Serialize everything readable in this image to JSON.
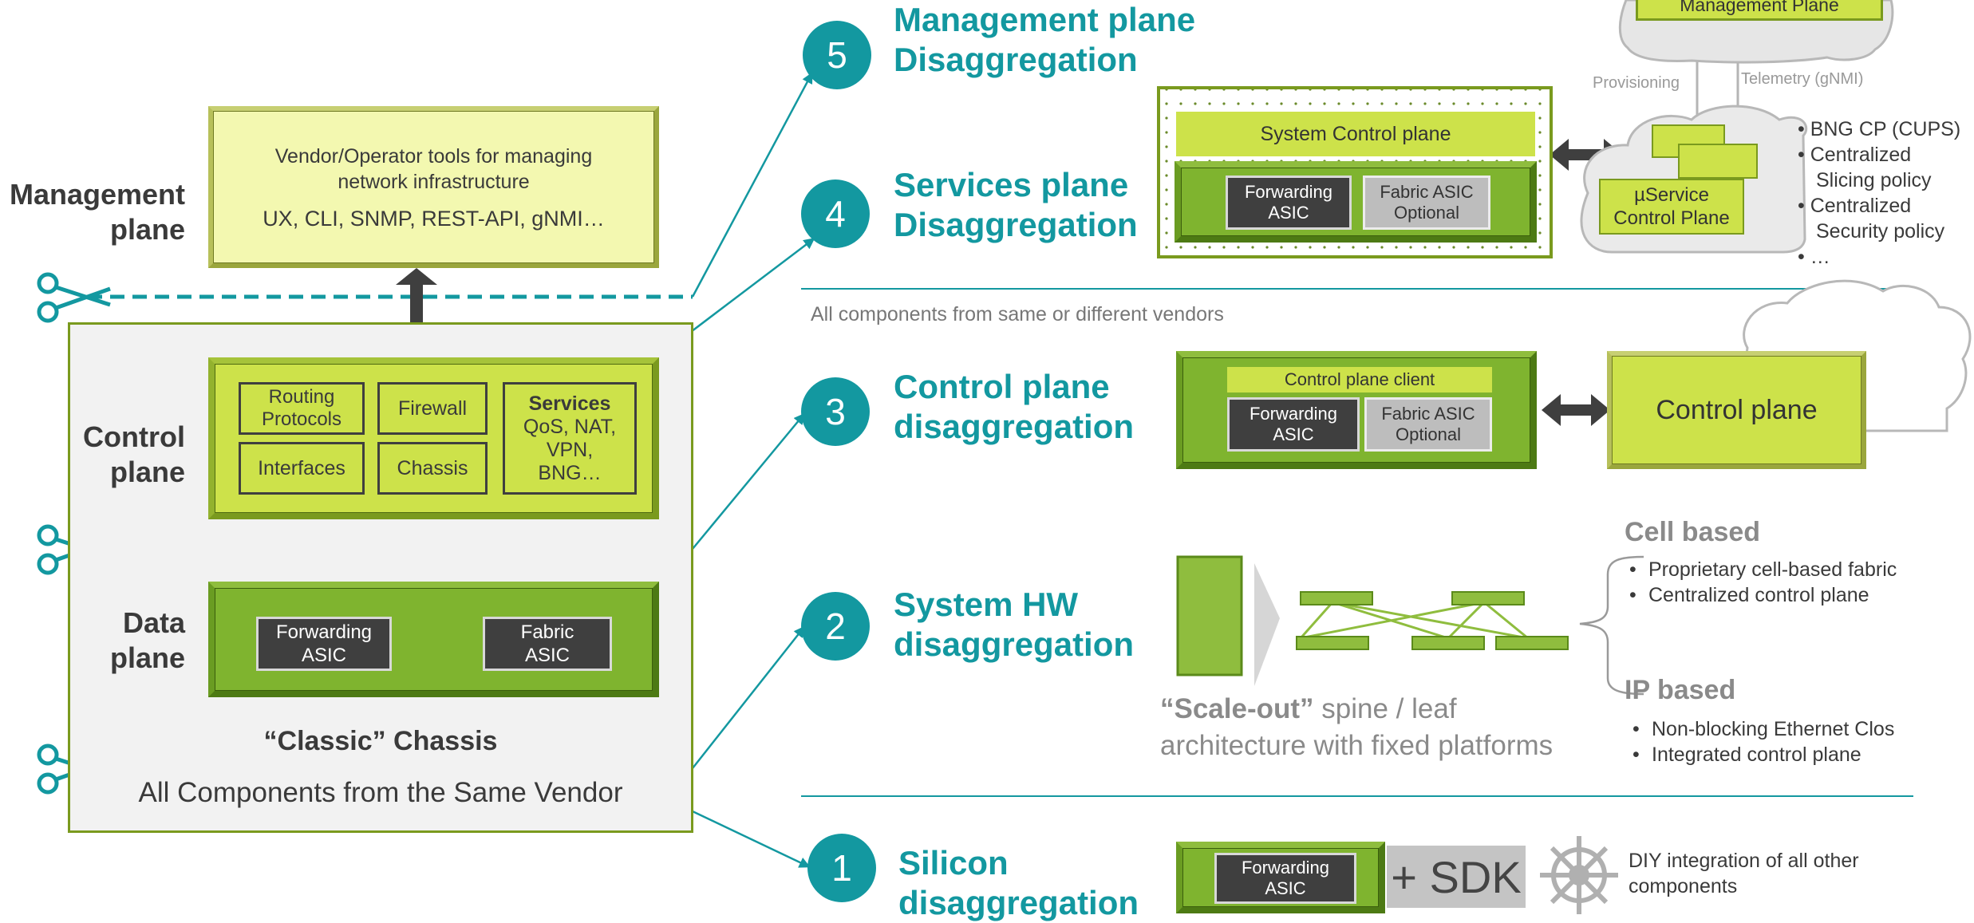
{
  "colors": {
    "teal": "#1398a0",
    "lime": "#cde24a",
    "green": "#7fb42f",
    "pale_yellow": "#f3f8b0",
    "dark": "#3f3f3f"
  },
  "left": {
    "labels": {
      "management": [
        "Management",
        "plane"
      ],
      "control": [
        "Control",
        "plane"
      ],
      "data": [
        "Data",
        "plane"
      ]
    },
    "mgmt_box": {
      "line1": "Vendor/Operator tools for managing",
      "line2": "network infrastructure",
      "line3": "UX, CLI, SNMP, REST-API, gNMI…"
    },
    "control_cells": {
      "routing": [
        "Routing",
        "Protocols"
      ],
      "firewall": "Firewall",
      "interfaces": "Interfaces",
      "chassis": "Chassis",
      "services_title": "Services",
      "services_lines": [
        "QoS, NAT,",
        "VPN,",
        "BNG…"
      ]
    },
    "data_cells": {
      "forwarding": [
        "Forwarding",
        "ASIC"
      ],
      "fabric": [
        "Fabric",
        "ASIC"
      ]
    },
    "chassis_title": "“Classic” Chassis",
    "chassis_subtitle": "All Components from the Same Vendor"
  },
  "right": {
    "mgmt_plane_cloud_label": "Management Plane",
    "provisioning": "Provisioning",
    "telemetry": "Telemetry (gNMI)",
    "separator_note": "All components from same or different vendors",
    "levels": [
      {
        "num": "5",
        "title": [
          "Management plane",
          "Disaggregation"
        ]
      },
      {
        "num": "4",
        "title": [
          "Services plane",
          "Disaggregation"
        ]
      },
      {
        "num": "3",
        "title": [
          "Control plane",
          "disaggregation"
        ]
      },
      {
        "num": "2",
        "title": [
          "System HW",
          "disaggregation"
        ]
      },
      {
        "num": "1",
        "title": [
          "Silicon",
          "disaggregation"
        ]
      }
    ],
    "services": {
      "system_control_plane": "System Control plane",
      "forwarding": [
        "Forwarding",
        "ASIC"
      ],
      "fabric": [
        "Fabric ASIC",
        "Optional"
      ],
      "micro_service": [
        "µService",
        "Control Plane"
      ],
      "bullets": [
        "BNG CP (CUPS)",
        "Centralized",
        "Slicing policy",
        "Centralized",
        "Security policy",
        "…"
      ]
    },
    "control": {
      "client": "Control plane client",
      "forwarding": [
        "Forwarding",
        "ASIC"
      ],
      "fabric": [
        "Fabric ASIC",
        "Optional"
      ],
      "cloud_label": "Control plane"
    },
    "hw": {
      "scale_bold": "“Scale-out”",
      "scale_rest": " spine / leaf",
      "scale_line2": "architecture with fixed platforms",
      "cell_title": "Cell based",
      "cell_bullets": [
        "Proprietary cell-based fabric",
        "Centralized control plane"
      ],
      "ip_title": "IP based",
      "ip_bullets": [
        "Non-blocking Ethernet Clos",
        "Integrated control plane"
      ]
    },
    "silicon": {
      "forwarding": [
        "Forwarding",
        "ASIC"
      ],
      "sdk": "+ SDK",
      "diy": [
        "DIY integration of all other",
        "components"
      ]
    }
  }
}
